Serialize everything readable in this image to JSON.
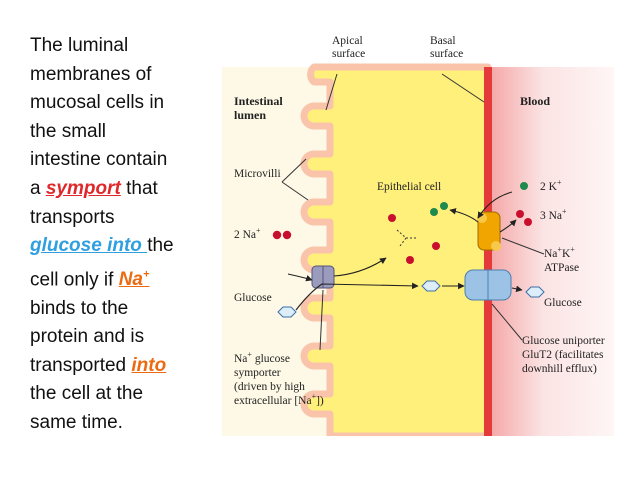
{
  "slide": {
    "line1": "The luminal",
    "line2": "membranes of",
    "line3": "mucosal cells in",
    "line4": "the small",
    "line5": "intestine contain",
    "line6_pre": "a ",
    "symport": "symport",
    "line6_post": " that",
    "line7": "transports",
    "glucose_into": "glucose into ",
    "line8_post": "the",
    "line9_pre": "cell only if ",
    "na": "Na",
    "na_sup": "+",
    "line10": "binds to the",
    "line11": "protein and is",
    "line12_pre": "transported ",
    "into": "into",
    "line13": "the cell at the",
    "line14": "same time."
  },
  "colors": {
    "text": "#111111",
    "accent_red": "#e0282a",
    "accent_blue": "#2f9fe0",
    "accent_orange": "#ec6b12",
    "lumen_bg": "#fdf9e6",
    "cell_fill": "#fff07c",
    "membrane": "#f9c4aa",
    "blood_red": "#e43a3a",
    "na_ion": "#c8102e",
    "k_ion": "#1f8a4c"
  },
  "diagram": {
    "apical_1": "Apical",
    "apical_2": "surface",
    "basal_1": "Basal",
    "basal_2": "surface",
    "intestinal_1": "Intestinal",
    "intestinal_2": "lumen",
    "blood": "Blood",
    "microvilli": "Microvilli",
    "epithelial": "Epithelial cell",
    "na2": "2 Na",
    "na_plus": "+",
    "glucose_left": "Glucose",
    "symporter_1": "Na",
    "symporter_1b": " glucose",
    "symporter_2": "symporter",
    "symporter_3": "(driven by high",
    "symporter_4": "extracellular [Na",
    "symporter_4b": "])",
    "k2": "2 K",
    "na3": "3 Na",
    "atpase_1": "Na",
    "atpase_1b": "K",
    "atpase_2": "ATPase",
    "glucose_right": "Glucose",
    "uniporter_1": "Glucose uniporter",
    "uniporter_2": "GluT2 (facilitates",
    "uniporter_3": "downhill efflux)"
  }
}
